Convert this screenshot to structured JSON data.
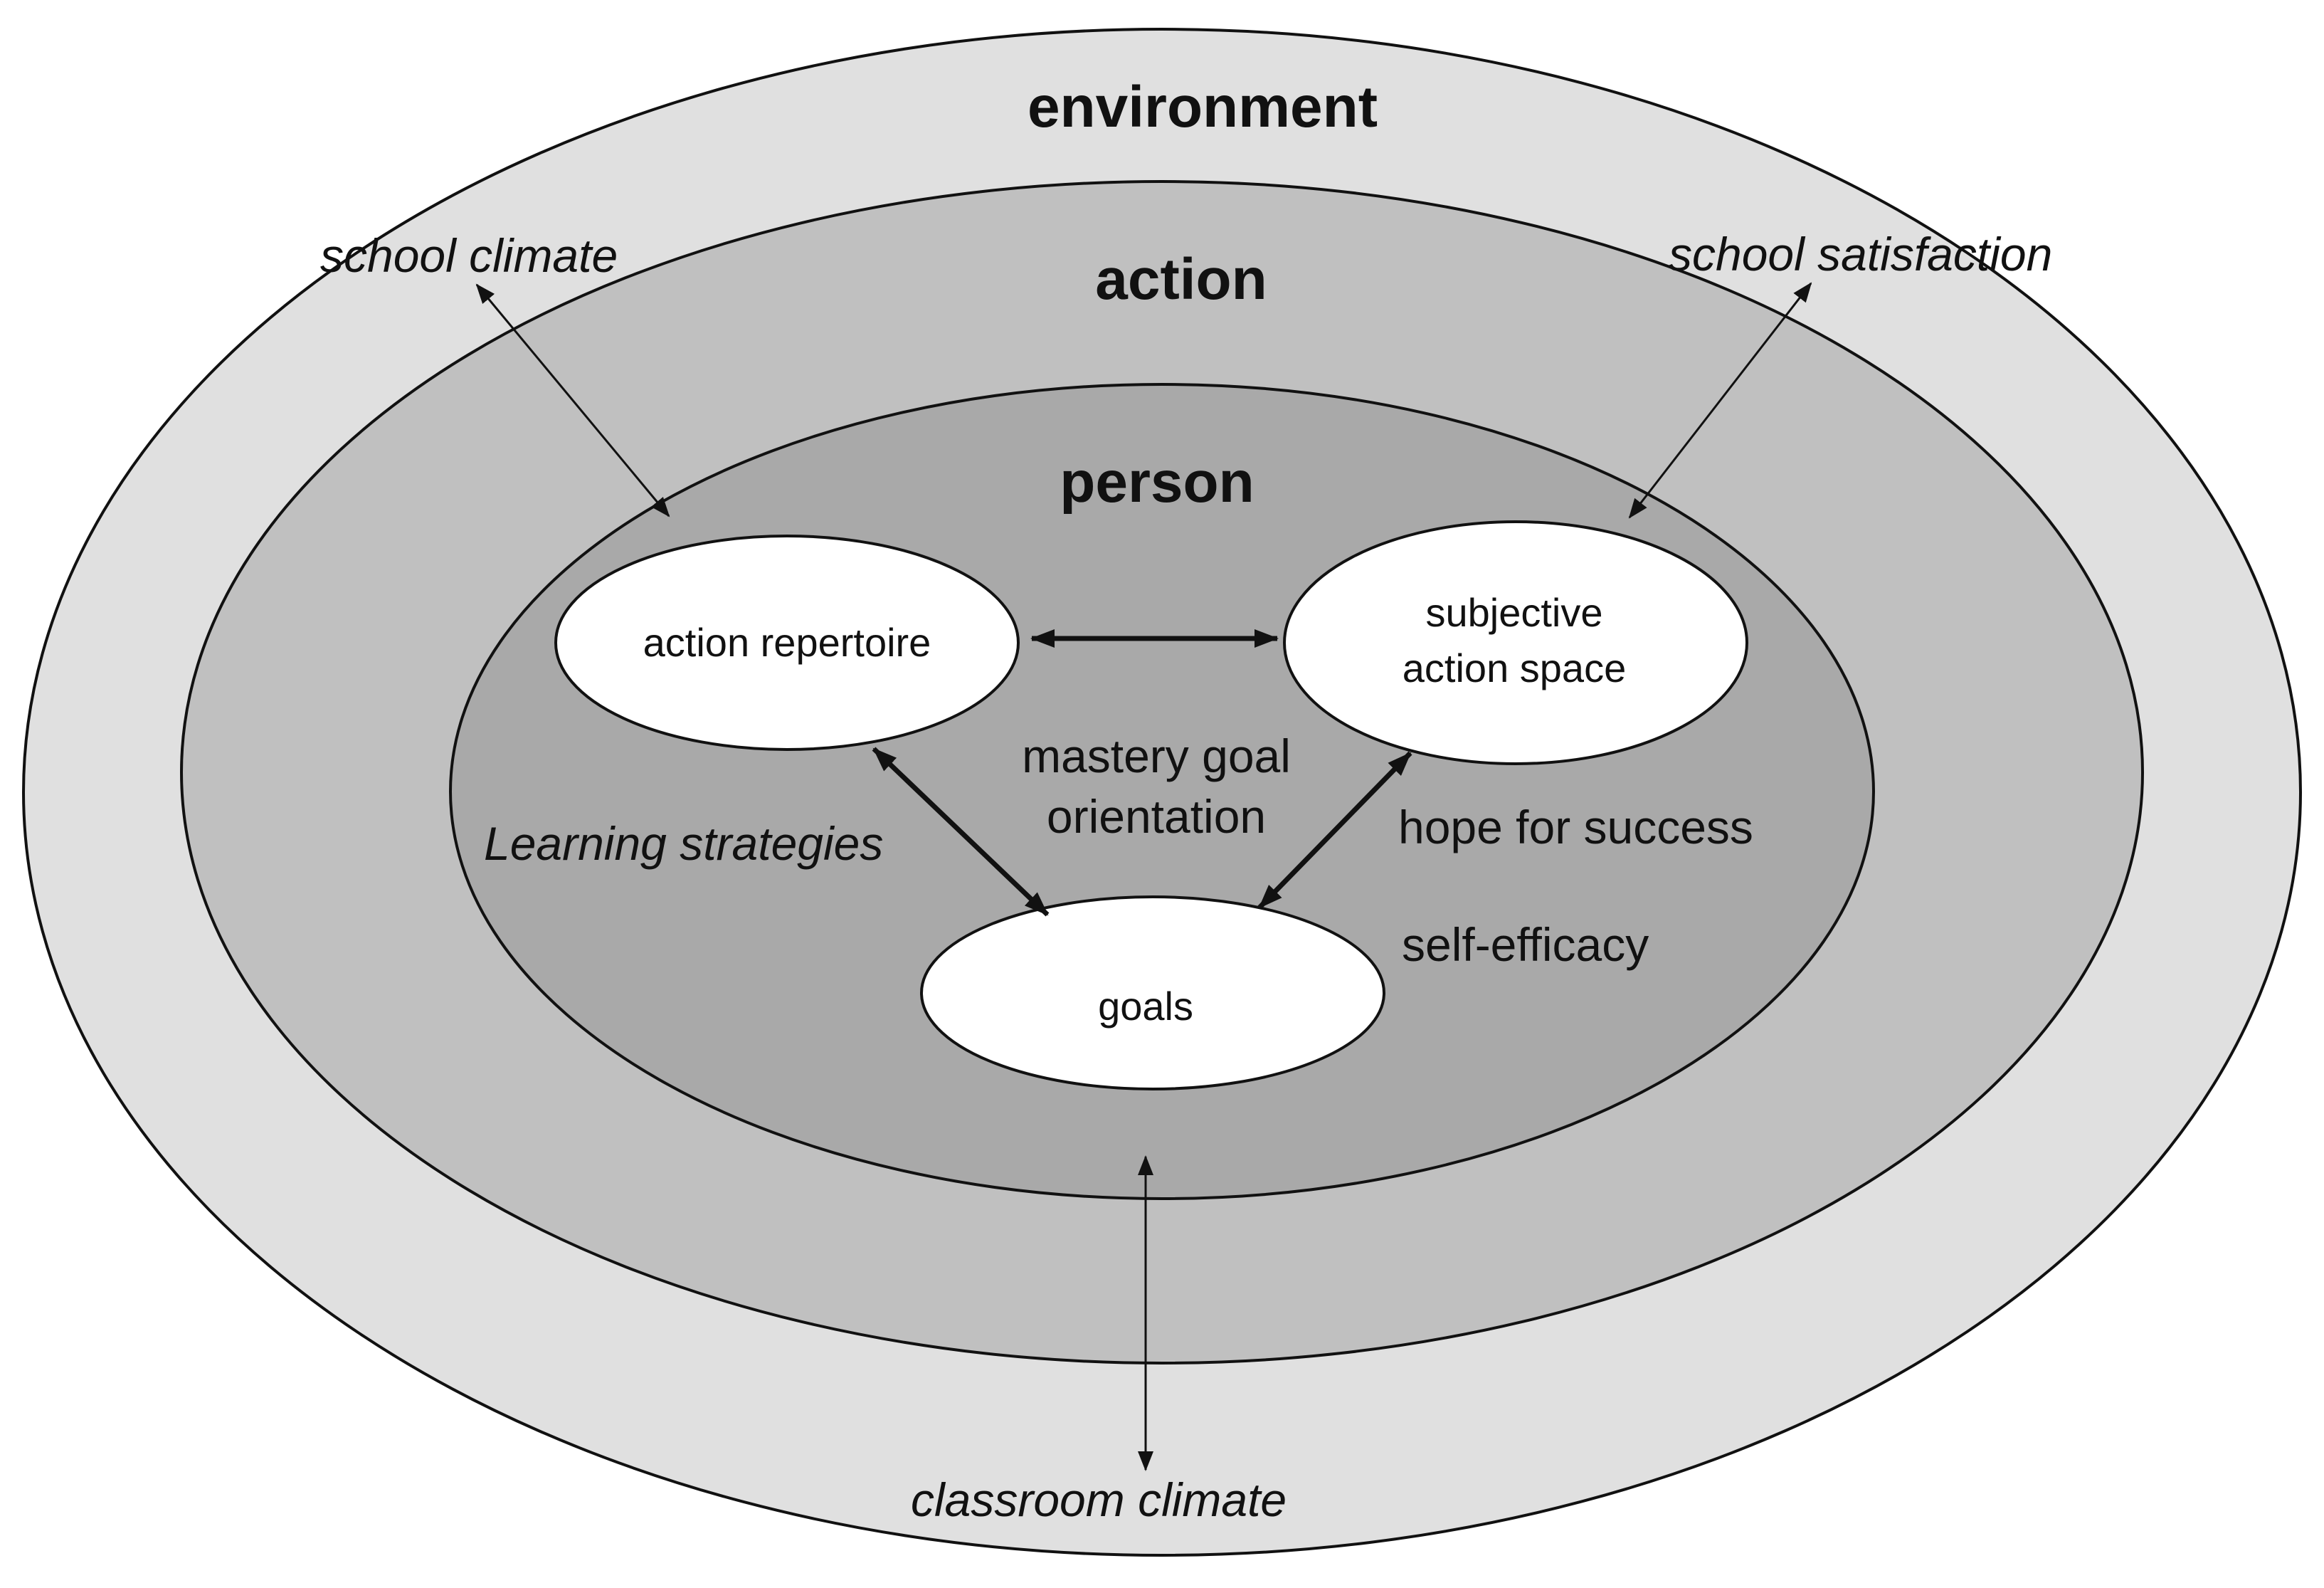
{
  "diagram": {
    "layers": {
      "environment": "environment",
      "action": "action",
      "person": "person"
    },
    "components": {
      "action_repertoire": "action repertoire",
      "subjective_action_space_line1": "subjective",
      "subjective_action_space_line2": "action space",
      "goals": "goals"
    },
    "person_constructs": {
      "mastery_goal_line1": "mastery goal",
      "mastery_goal_line2": "orientation",
      "learning_strategies": "Learning strategies",
      "hope_for_success": "hope for success",
      "self_efficacy": "self-efficacy"
    },
    "environment_constructs": {
      "school_climate": "school climate",
      "school_satisfaction": "school satisfaction",
      "classroom_climate": "classroom climate"
    },
    "colors": {
      "environment_fill": "#e0e0e0",
      "action_fill": "#c0c0c0",
      "person_fill": "#a9a9a9",
      "component_fill": "#ffffff",
      "stroke": "#111111"
    }
  }
}
